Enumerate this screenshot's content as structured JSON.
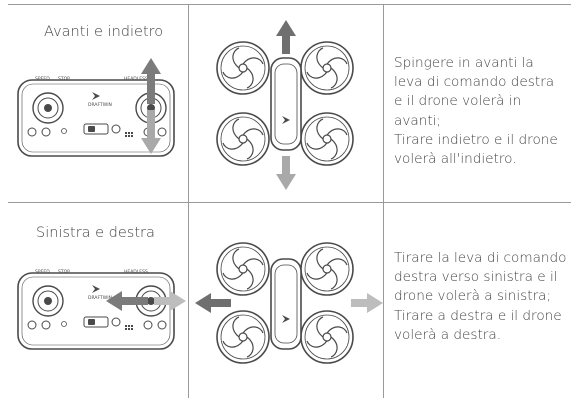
{
  "rows": [
    {
      "title": "Avanti e indietro",
      "description": "Spingere in avanti la\nleva di comando destra\ne il drone volerà in avanti;\nTirare indietro e il drone\nvolerà all'indietro.",
      "controller_labels": {
        "speed": "SPEED",
        "stop": "STOP",
        "headless": "HEADLESS",
        "brand": "DRAFTWIN"
      },
      "arrow_direction": "vertical"
    },
    {
      "title": "Sinistra e destra",
      "description": "Tirare la leva di comando\ndestra verso sinistra e il\ndrone volerà a sinistra;\nTirare a destra e il drone\nvolerà a destra.",
      "controller_labels": {
        "speed": "SPEED",
        "stop": "STOP",
        "headless": "HEADLESS",
        "brand": "DRAFTWIN"
      },
      "arrow_direction": "horizontal"
    }
  ],
  "colors": {
    "border": "#9a9a9a",
    "arrow_dark": "#7b7b7b",
    "arrow_light": "#bdbdbd",
    "line_art": "#4a4a4a"
  }
}
